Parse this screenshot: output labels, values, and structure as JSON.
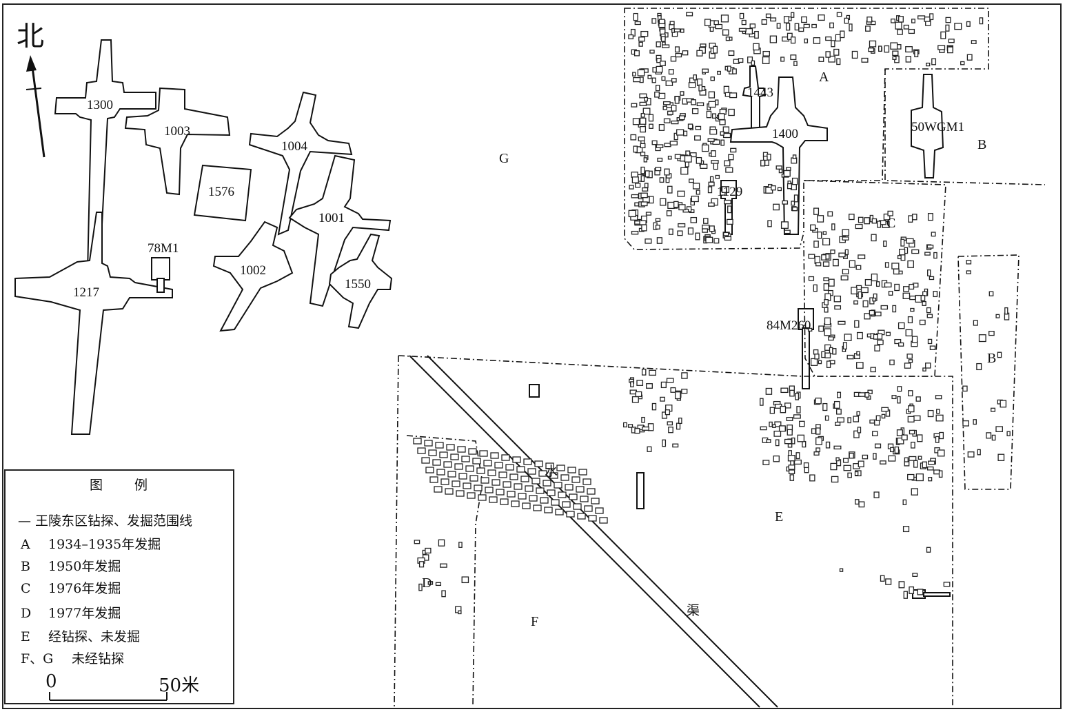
{
  "north": {
    "label": "北"
  },
  "tombs": {
    "t1300": "1300",
    "t1003": "1003",
    "t1576": "1576",
    "t1004": "1004",
    "t1001": "1001",
    "t1002": "1002",
    "t1550": "1550",
    "t1217": "1217",
    "t78M1": "78M1",
    "t1443": "1443",
    "t1400": "1400",
    "t1129": "1129",
    "t50WGM1": "50WGM1",
    "t84M260": "84M260"
  },
  "zones": {
    "A": "A",
    "B1": "B",
    "B2": "B",
    "C": "C",
    "D": "D",
    "E": "E",
    "F": "F",
    "G": "G"
  },
  "canal": {
    "char1": "水",
    "char2": "渠"
  },
  "legend": {
    "title_1": "图",
    "title_2": "例",
    "line_item": "— 王陵东区钻探、发掘范围线",
    "items": [
      {
        "key": "A",
        "text": "1934–1935年发掘"
      },
      {
        "key": "B",
        "text": "1950年发掘"
      },
      {
        "key": "C",
        "text": "1976年发掘"
      },
      {
        "key": "D",
        "text": "1977年发掘"
      },
      {
        "key": "E",
        "text": "经钻探、未发掘"
      },
      {
        "key": "F、G",
        "text": "未经钻探"
      }
    ]
  },
  "scale": {
    "zero": "0",
    "distance": "50米"
  }
}
